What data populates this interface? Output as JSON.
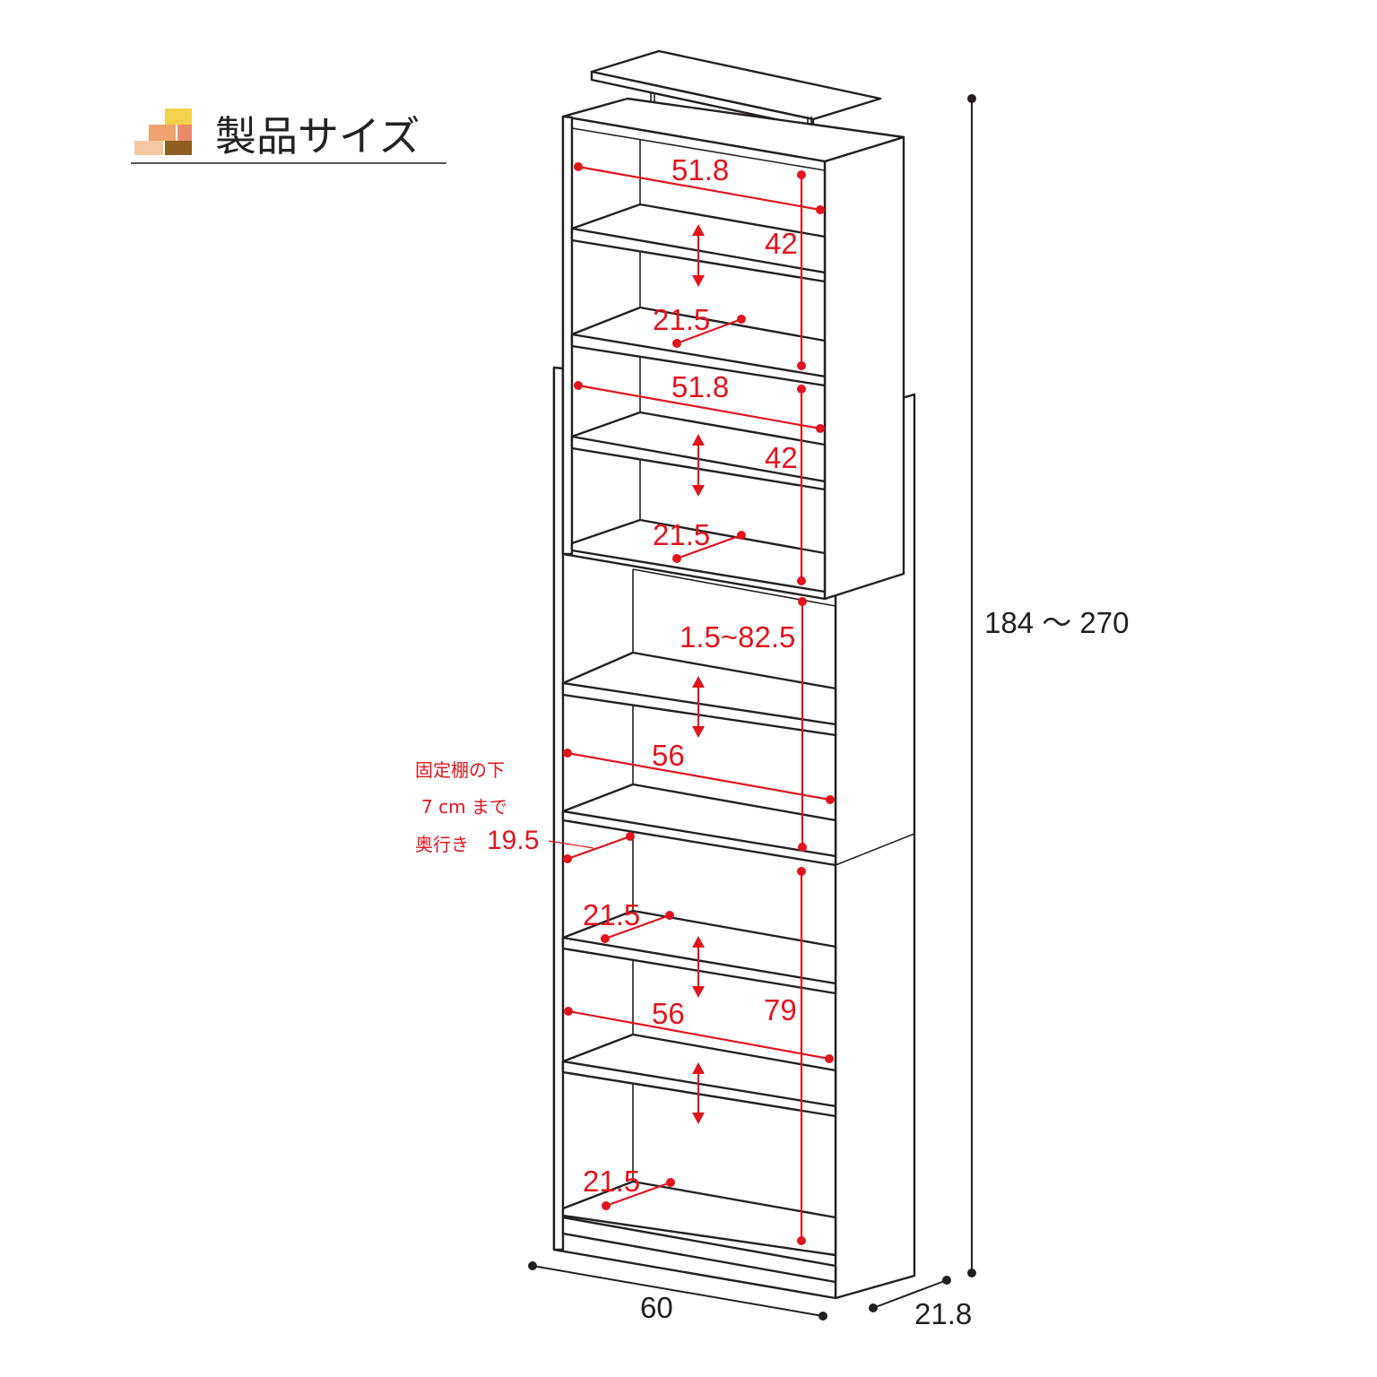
{
  "title": "製品サイズ",
  "colors": {
    "accent": "#e3131c",
    "line": "#231f20",
    "icon_blocks": [
      "#f2d24b",
      "#f0a36f",
      "#f6c7a4",
      "#e98b6b",
      "#8e5f21"
    ]
  },
  "icons": {
    "title_icon": "stacked-blocks-icon"
  },
  "dimensions": {
    "upper_width_1": "51.8",
    "upper_height_1": "42",
    "upper_depth_1": "21.5",
    "upper_width_2": "51.8",
    "upper_height_2": "42",
    "upper_depth_2": "21.5",
    "extension_range": "1.5~82.5",
    "middle_width": "56",
    "lower_depth_1": "21.5",
    "lower_width": "56",
    "lower_height": "79",
    "lower_depth_2": "21.5",
    "total_height": "184 ～ 270",
    "total_width": "60",
    "total_depth": "21.8"
  },
  "note": {
    "line1": "固定棚の下",
    "line2": "7 cm まで",
    "line3": "奥行き",
    "value": "19.5"
  }
}
